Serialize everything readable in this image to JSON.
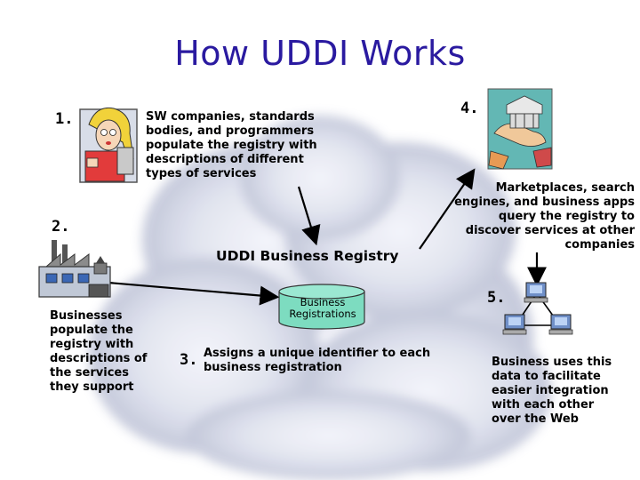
{
  "title": "How UDDI Works",
  "steps": {
    "s1": {
      "number": "1.",
      "text": "SW companies, standards bodies, and programmers populate the registry with descriptions of different types of services"
    },
    "s2": {
      "number": "2.",
      "text": "Businesses populate the registry with descriptions of the services they support"
    },
    "s3": {
      "number": "3.",
      "text": "Assigns a unique identifier to each business registration"
    },
    "s4": {
      "number": "4.",
      "text": "Marketplaces, search engines, and business apps query the registry to discover services at other companies"
    },
    "s5": {
      "number": "5.",
      "text": "Business uses this data to facilitate easier integration with each other over the Web"
    }
  },
  "registry": {
    "label": "UDDI Business Registry",
    "db_label": "Business Registrations"
  },
  "icons": [
    "programmer-woman-icon",
    "factory-icon",
    "marketplace-handshake-icon",
    "network-computers-icon"
  ],
  "colors": {
    "title": "#2a1aa0",
    "cylinder": "#7ddcc0",
    "cloud": "#c9cde0"
  }
}
